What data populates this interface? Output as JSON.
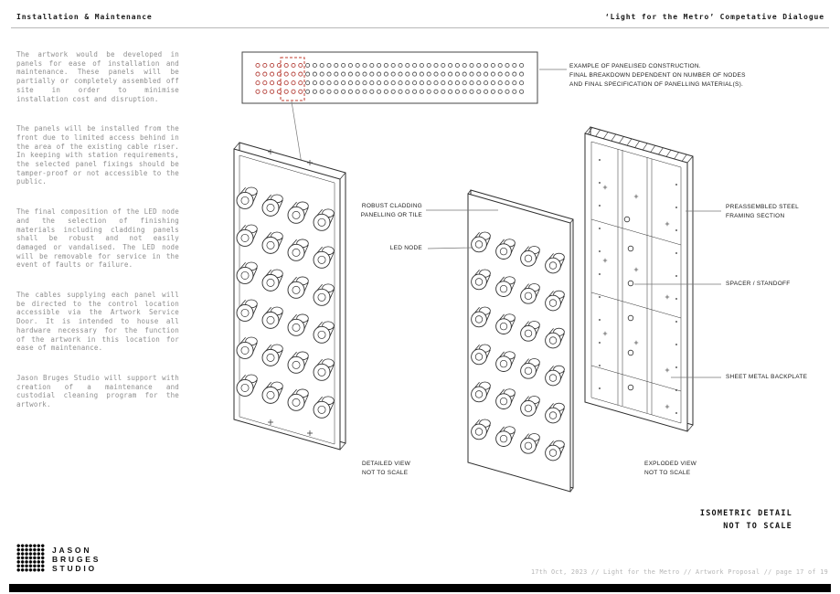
{
  "header": {
    "left": "Installation & Maintenance",
    "right": "‘Light for the Metro’ Competative Dialogue"
  },
  "body": {
    "paragraphs": [
      "The artwork would be developed in panels for ease of installation and maintenance. These panels will be partially or completely assembled off site in order to minimise installation cost and disruption.",
      "The panels will be installed from the front due to limited access behind in the area of the existing cable riser. In keeping with station requirements, the selected panel fixings should be tamper-proof or not accessible to the public.",
      "The final composition of the LED node and the selection of finishing materials including cladding panels shall be robust and not easily damaged or vandalised. The LED node will be removable for service in the event of faults or failure.",
      "The cables supplying each panel will be directed to the control location accessible via the Artwork Service Door. It is intended to house all hardware necessary for the function of the artwork in this location for ease of maintenance.",
      "Jason Bruges Studio will support with creation of a maintenance and custodial cleaning program for the artwork."
    ]
  },
  "diagram": {
    "example_note": "EXAMPLE OF PANELISED CONSTRUCTION.\nFINAL BREAKDOWN DEPENDENT ON NUMBER OF NODES\nAND FINAL SPECIFICATION OF PANELLING MATERIAL(S).",
    "label_cladding": "ROBUST CLADDING\nPANELLING OR TILE",
    "label_led_node": "LED NODE",
    "label_framing": "PREASSEMBLED STEEL\nFRAMING SECTION",
    "label_spacer": "SPACER / STANDOFF",
    "label_backplate": "SHEET METAL BACKPLATE",
    "caption_detailed": "DETAILED VIEW\nNOT TO SCALE",
    "caption_exploded": "EXPLODED VIEW\nNOT TO SCALE",
    "caption_isometric": "ISOMETRIC DETAIL\nNOT TO SCALE"
  },
  "footer": {
    "logo_lines": [
      "JASON",
      "BRUGES",
      "STUDIO"
    ],
    "meta": "17th Oct, 2023 // Light for the Metro // Artwork Proposal // page 17 of 19"
  },
  "colors": {
    "highlight_red": "#b5413a",
    "line_dark": "#2e2e2e",
    "body_text": "#8f8f8f"
  }
}
